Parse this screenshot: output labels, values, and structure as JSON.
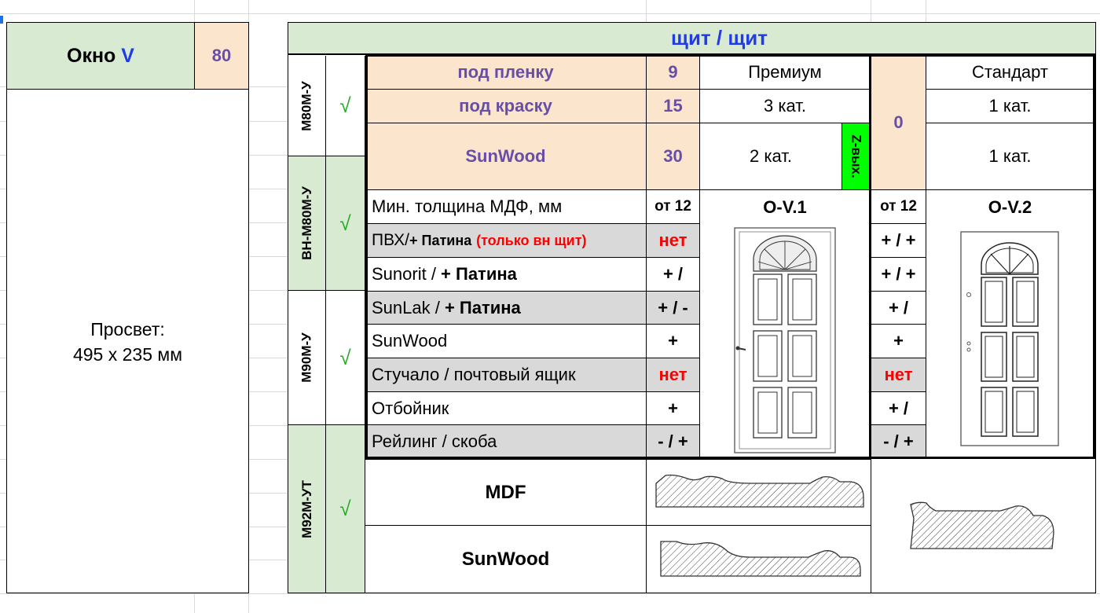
{
  "left_panel": {
    "title_prefix": "Окно",
    "title_accent": "V",
    "number": "80",
    "clearance_label": "Просвет:",
    "clearance_value": "495 x 235 мм"
  },
  "header": {
    "title": "щит / щит"
  },
  "models": [
    {
      "code": "M80M-У",
      "check": "√"
    },
    {
      "code": "ВН-M80M-У",
      "check": "√"
    },
    {
      "code": "M90M-У",
      "check": "√"
    },
    {
      "code": "M92M-УТ",
      "check": "√"
    }
  ],
  "finishes": [
    {
      "label": "под пленку",
      "value": "9",
      "premium": "Премиум"
    },
    {
      "label": "под краску",
      "value": "15",
      "premium": "3 кат."
    },
    {
      "label": "SunWood",
      "value": "30",
      "premium": "2 кат.",
      "badge": "Z-вых."
    }
  ],
  "standard": {
    "header": "Стандарт",
    "value": "0",
    "row2": "1 кат.",
    "row3": "1 кат."
  },
  "options": {
    "min_thickness": {
      "label": "Мин. толщина МДФ, мм",
      "premium": "от 12",
      "standard": "от 12"
    },
    "variant_premium": "O-V.1",
    "variant_standard": "O-V.2",
    "rows": [
      {
        "label": "ПВХ/",
        "label_bold": "+ Патина",
        "label_red": "(только вн щит)",
        "premium": "нет",
        "standard": "+ / +",
        "shade": true,
        "premium_red": true
      },
      {
        "label": "Sunorit / ",
        "label_bold": "+ Патина",
        "premium": "+ /",
        "standard": "+ / +",
        "shade": false
      },
      {
        "label": "SunLak / ",
        "label_bold": "+ Патина",
        "premium": "+ / -",
        "standard": "+ /",
        "shade": true
      },
      {
        "label": "SunWood",
        "premium": "+",
        "standard": "+",
        "shade": false
      },
      {
        "label": "Стучало / почтовый ящик",
        "premium": "нет",
        "standard": "нет",
        "shade": true,
        "premium_red": true,
        "standard_red": true
      },
      {
        "label": "Отбойник",
        "premium": "+",
        "standard": "+ /",
        "shade": false
      },
      {
        "label": "Рейлинг / скоба",
        "premium": "- / +",
        "standard": "- / +",
        "shade": true
      }
    ]
  },
  "profiles": [
    {
      "label": "MDF"
    },
    {
      "label": "SunWood"
    }
  ],
  "icons": [
    "door-premium-image",
    "door-standard-image",
    "profile-mdf-image",
    "profile-sunwood-image",
    "profile-standard-image"
  ],
  "colors": {
    "green": "#d9ead3",
    "peach": "#fce5cd",
    "gray": "#d9d9d9",
    "purple": "#674ea7",
    "red": "#ff0000",
    "blue": "#1f3ce6",
    "badge": "#00ff00"
  }
}
